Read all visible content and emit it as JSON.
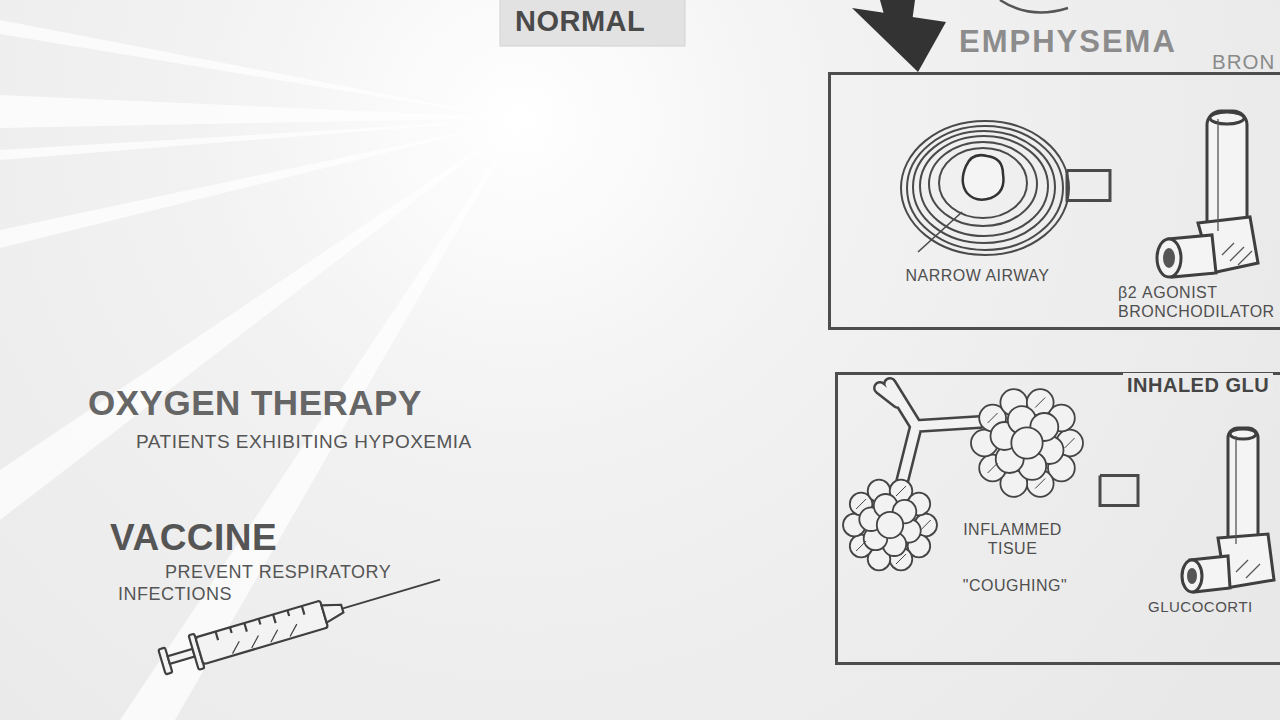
{
  "diagram": {
    "nodes": [
      {
        "text": [
          "EMPHYSEMA"
        ]
      },
      {
        "text": [
          "NARROW AIRWAY"
        ],
        "in": 0
      },
      {
        "text": [
          "β2 AGONIST BRONCHODILATOR"
        ],
        "in": 0
      },
      {
        "text": [
          "INHALED GLU"
        ]
      },
      {
        "text": [
          "INFLAMMED TISUE",
          "\"COUGHING\""
        ],
        "in": 3
      },
      {
        "text": [
          "GLUCOCORTI"
        ],
        "in": 3
      }
    ],
    "edges": [
      {
        "from": 1,
        "to": 2,
        "arrow": "none"
      },
      {
        "from": 4,
        "to": 5,
        "arrow": "none"
      }
    ],
    "labels": [
      "NORMAL",
      "BRON",
      "OXYGEN THERAPY",
      "PATIENTS EXHIBITING HYPOXEMIA",
      "VACCINE",
      "PREVENT RESPIRATORY INFECTIONS"
    ]
  }
}
